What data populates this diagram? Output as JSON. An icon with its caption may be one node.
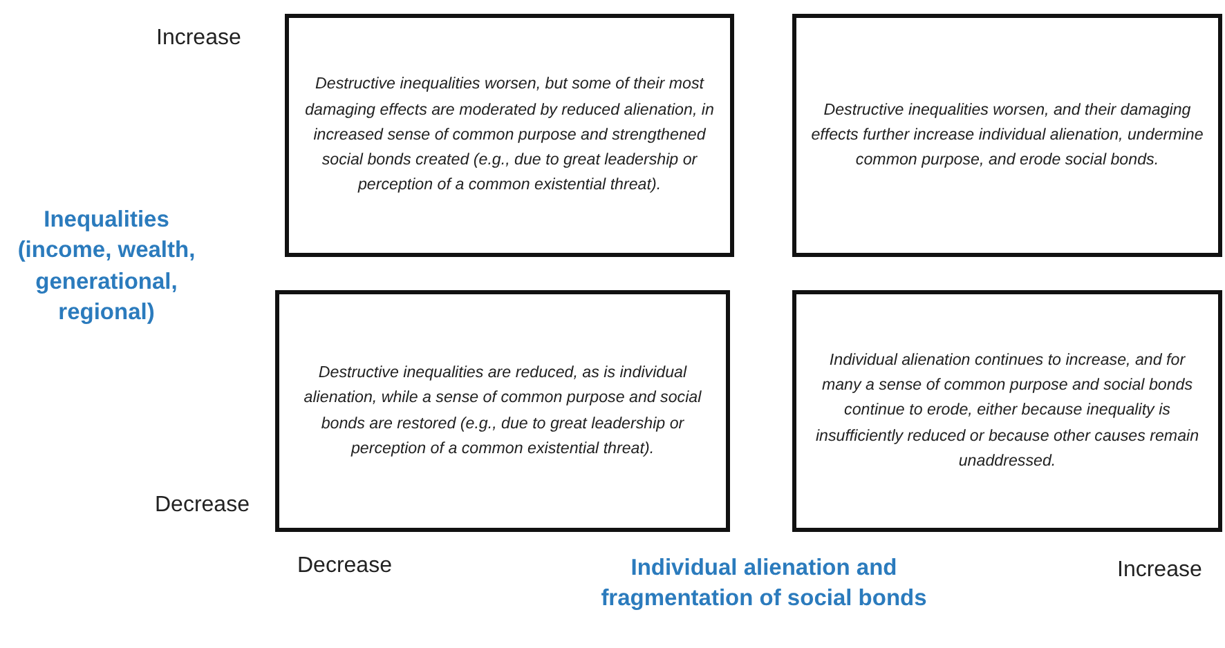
{
  "diagram": {
    "nodes": [
      {
        "text": [
          "Destructive inequalities worsen, but some of their most damaging effects are moderated by reduced alienation, in increased sense of common purpose and strengthened social bonds created (e.g., due to great leadership or perception of a common existential threat)."
        ]
      },
      {
        "text": [
          "Destructive inequalities worsen, and their damaging effects further increase individual alienation, undermine common purpose, and erode social bonds."
        ]
      },
      {
        "text": [
          "Destructive inequalities are reduced, as is individual alienation, while a sense of common purpose and social bonds are restored (e.g., due to great leadership or perception of a common existential threat)."
        ]
      },
      {
        "text": [
          "Individual alienation continues to increase, and for many a sense of common purpose and social bonds continue to erode, either because inequality is insufficiently reduced or because other causes remain unaddressed."
        ]
      }
    ],
    "labels": [
      "Increase",
      "Inequalities (income, wealth, generational, regional)",
      "Decrease",
      "Decrease",
      "Individual alienation and fragmentation of social bonds",
      "Increase"
    ]
  }
}
